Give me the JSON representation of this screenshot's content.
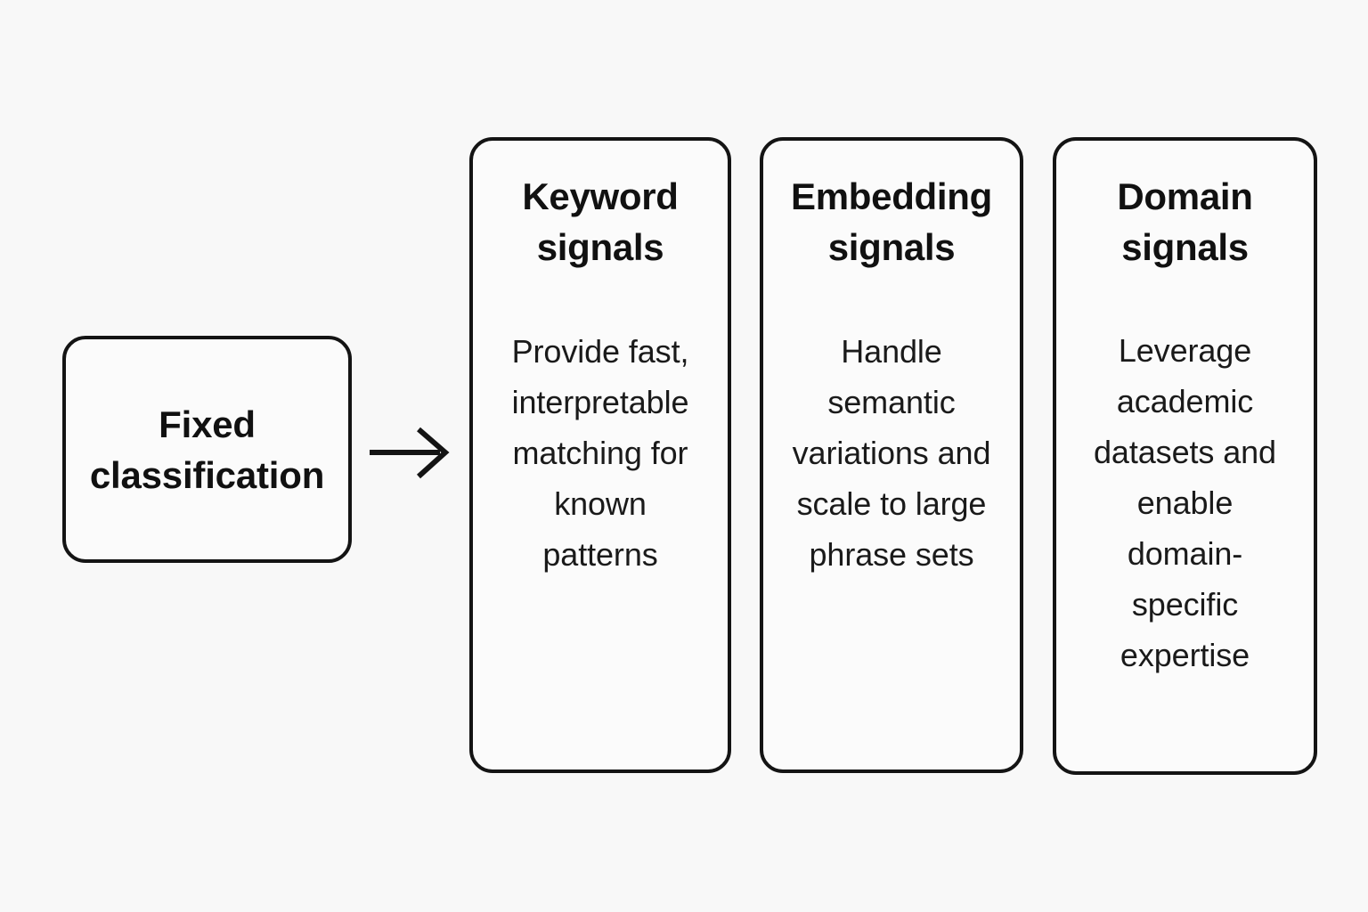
{
  "diagram": {
    "type": "flow",
    "colors": {
      "background": "#f8f8f8",
      "card_fill": "#fbfbfb",
      "stroke": "#141414",
      "text": "#111111"
    },
    "source": {
      "label_line_1": "Fixed",
      "label_line_2": "classification",
      "label": "Fixed classification"
    },
    "connector": {
      "icon": "arrow-right-icon",
      "from": "Fixed classification",
      "to": "signal cards"
    },
    "cards": [
      {
        "title_line_1": "Keyword",
        "title_line_2": "signals",
        "title": "Keyword signals",
        "body": "Provide fast, interpretable matching for known patterns"
      },
      {
        "title_line_1": "Embedding",
        "title_line_2": "signals",
        "title": "Embedding signals",
        "body": "Handle semantic variations and scale to large phrase sets"
      },
      {
        "title_line_1": "Domain",
        "title_line_2": "signals",
        "title": "Domain signals",
        "body": "Leverage academic datasets and enable domain-specific expertise"
      }
    ]
  }
}
